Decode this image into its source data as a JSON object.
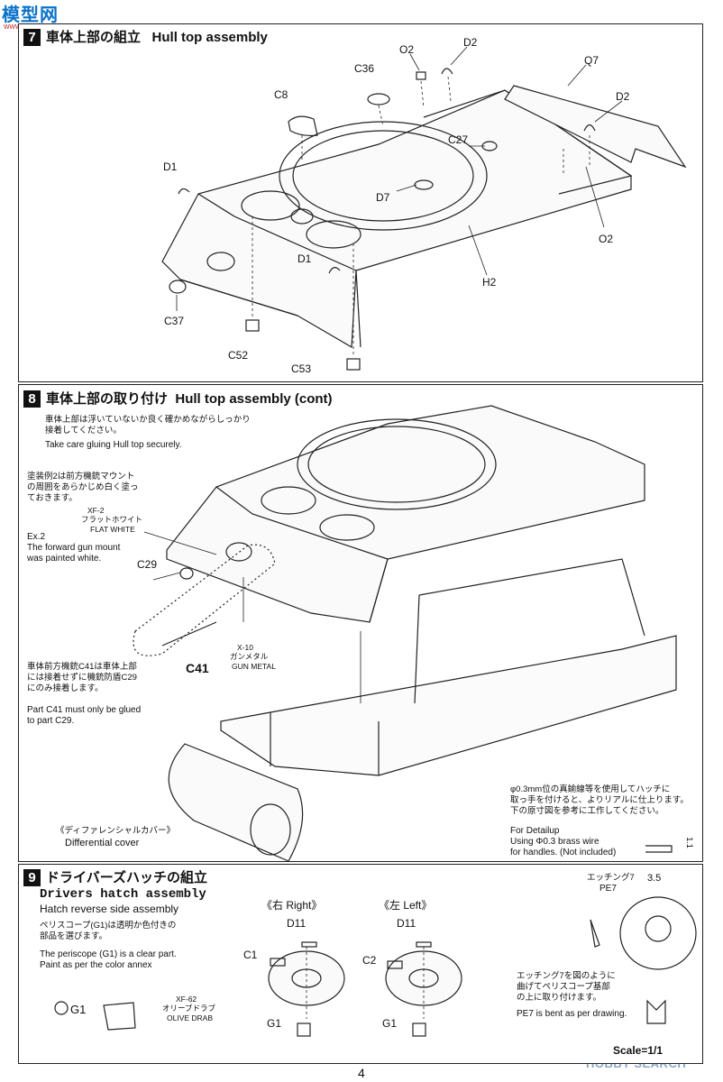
{
  "watermark_top": "模型网",
  "watermark_top_url": "www.moxing.net",
  "watermark_bottom": "HOBBY SEARCH",
  "page_number": "4",
  "step7": {
    "number": "7",
    "title_jp": "車体上部の組立",
    "title_en": "Hull top assembly",
    "parts": [
      "O2",
      "D2",
      "C36",
      "Q7",
      "C8",
      "D2",
      "C27",
      "D1",
      "D7",
      "O2",
      "D1",
      "H2",
      "C37",
      "C52",
      "C53"
    ]
  },
  "step8": {
    "number": "8",
    "title_jp": "車体上部の取り付け",
    "title_en": "Hull top assembly (cont)",
    "note_jp": [
      "車体上部は浮いていないか良く確かめながらしっかり",
      "接着してください。"
    ],
    "note_en": "Take care gluing Hull top securely.",
    "ex_jp": [
      "塗装例2は前方機銃マウント",
      "の周囲をあらかじめ白く塗っ",
      "ておきます。"
    ],
    "ex_paint_code": "XF-2",
    "ex_paint_jp": "フラットホワイト",
    "ex_paint_en": "FLAT WHITE",
    "ex_en": [
      "Ex.2",
      "The forward gun mount",
      "was painted white."
    ],
    "part_c29": "C29",
    "part_c41": "C41",
    "c41_paint_code": "X-10",
    "c41_paint_jp": "ガンメタル",
    "c41_paint_en": "GUN METAL",
    "c41_note_jp": [
      "車体前方機銃C41は車体上部",
      "には接着せずに機銃防盾C29",
      "にのみ接着します。"
    ],
    "c41_note_en": [
      "Part C41 must only be glued",
      "to part C29."
    ],
    "diff_jp": "《ディファレンシャルカバー》",
    "diff_en": "Differential cover",
    "detail_jp": [
      "φ0.3mm位の真鍮線等を使用してハッチに",
      "取っ手を付けると、よりリアルに仕上ります。",
      "下の原寸図を参考に工作してください。"
    ],
    "detail_en": [
      "For Detailup",
      "Using Φ0.3 brass wire",
      "for handles. (Not included)"
    ],
    "dim": "1.1"
  },
  "step9": {
    "number": "9",
    "title_jp": "ドライバーズハッチの組立",
    "title_en1": "Drivers hatch assembly",
    "title_en2": "Hatch reverse side assembly",
    "peri_jp": [
      "ペリスコープ(G1)は透明か色付きの",
      "部品を選びます。"
    ],
    "peri_en": [
      "The periscope (G1) is a clear part.",
      "Paint as per the color annex"
    ],
    "g1": "G1",
    "paint_code": "XF-62",
    "paint_jp": "オリーブドラブ",
    "paint_en": "OLIVE DRAB",
    "right_label": "《右 Right》",
    "left_label": "《左 Left》",
    "d11": "D11",
    "c1": "C1",
    "c2": "C2",
    "etch_jp": "エッチング7",
    "pe7": "PE7",
    "dim_35": "3.5",
    "etch_note_jp": [
      "エッチング7を図のように",
      "曲げてペリスコープ基部",
      "の上に取り付けます。"
    ],
    "etch_note_en": "PE7 is bent as per drawing.",
    "scale": "Scale=1/1"
  }
}
